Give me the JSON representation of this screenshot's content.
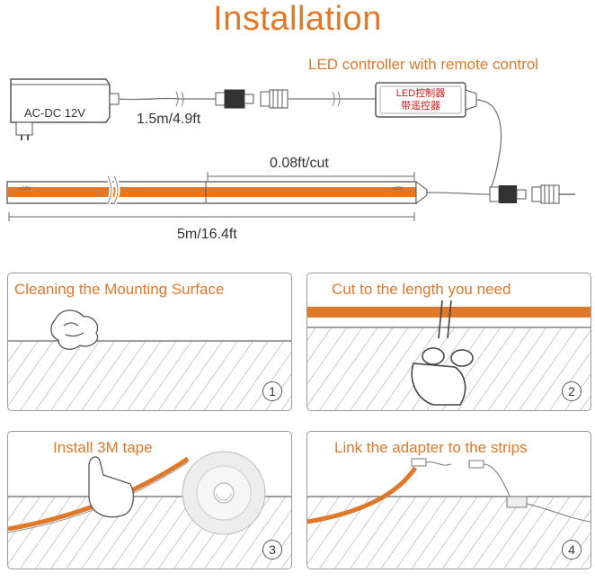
{
  "header": {
    "title": "Installation"
  },
  "top_diagram": {
    "adapter_label": "AC-DC 12V",
    "cable_length": "1.5m/4.9ft",
    "controller_caption": "LED controller with remote control",
    "controller_text_line1": "LED控制器",
    "controller_text_line2": "带遥控器",
    "cut_interval": "0.08ft/cut",
    "strip_length": "5m/16.4ft",
    "strip_marker_left": "+12V",
    "strip_marker_right": "+12V"
  },
  "steps": [
    {
      "title": "Cleaning the Mounting Surface",
      "number": "1"
    },
    {
      "title": "Cut to the length you need",
      "number": "2"
    },
    {
      "title": "Install 3M tape",
      "number": "3"
    },
    {
      "title": "Link the adapter to the strips",
      "number": "4"
    }
  ],
  "colors": {
    "accent": "#e0782a",
    "controller_text": "#d01818",
    "outline": "#555555"
  }
}
